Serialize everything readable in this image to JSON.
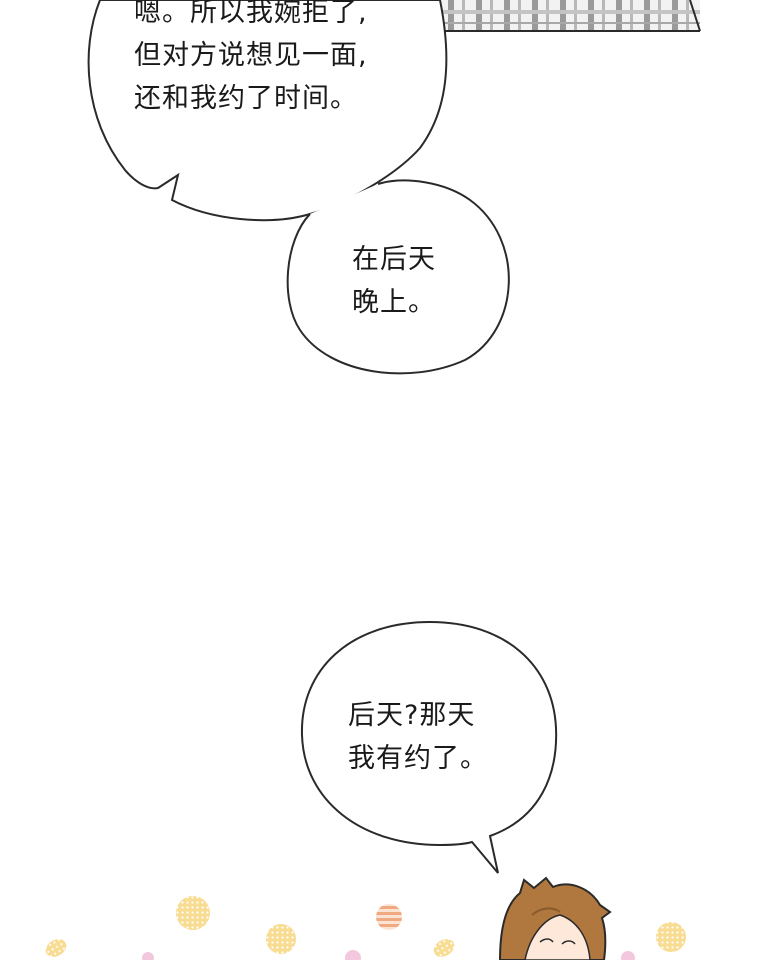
{
  "panel_top": {
    "bubble_1": {
      "lines": [
        "嗯。所以我婉拒了,",
        "但对方说想见一面,",
        "还和我约了时间。"
      ]
    },
    "bubble_2": {
      "lines": [
        "在后天",
        "晚上。"
      ]
    }
  },
  "panel_bottom": {
    "bubble_3": {
      "lines": [
        "后天?那天",
        "我有约了。"
      ]
    }
  },
  "colors": {
    "background": "#ffffff",
    "outline": "#2a2a2a",
    "hair": "#b0773f",
    "plaid_light": "#eeeeee",
    "plaid_dark": "#8a8a8a",
    "dot_yellow": "#f6d37a",
    "dot_peach": "#f2b08b",
    "dot_pink": "#f3c7dd"
  }
}
